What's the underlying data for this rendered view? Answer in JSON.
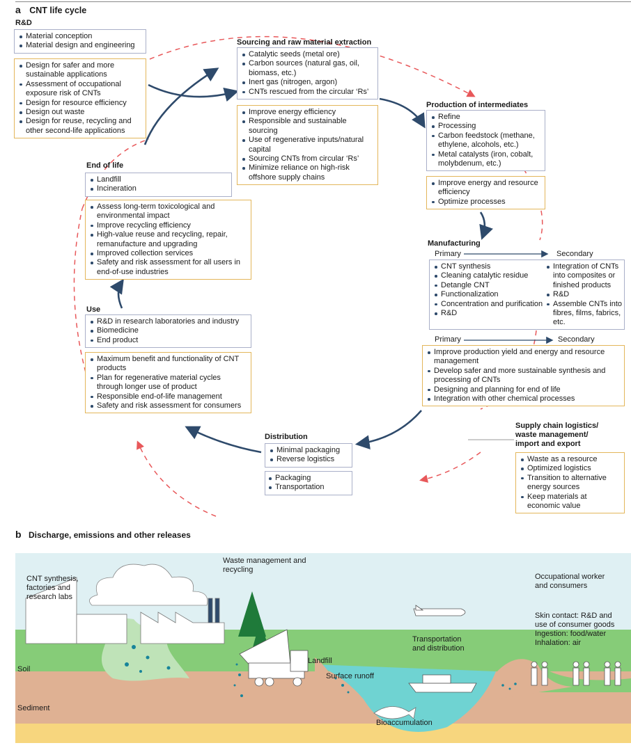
{
  "panel_a": {
    "letter": "a",
    "title": "CNT life cycle",
    "rd": {
      "title": "R&D",
      "items": [
        "Material conception",
        "Material design and engineering"
      ],
      "goals": [
        "Design for safer and more sustainable applications",
        "Assessment of occupational exposure risk of CNTs",
        "Design for resource efficiency",
        "Design out waste",
        "Design for reuse, recycling and other second-life applications"
      ]
    },
    "sourcing": {
      "title": "Sourcing and raw material extraction",
      "items": [
        "Catalytic seeds (metal ore)",
        "Carbon sources (natural gas, oil, biomass, etc.)",
        "Inert gas (nitrogen, argon)",
        "CNTs rescued from the circular ‘Rs’"
      ],
      "goals": [
        "Improve energy efficiency",
        "Responsible and sustainable sourcing",
        "Use of regenerative inputs/natural capital",
        "Sourcing CNTs from circular ‘Rs’",
        "Minimize reliance on high-risk offshore supply chains"
      ]
    },
    "production": {
      "title": "Production of intermediates",
      "items": [
        "Refine",
        "Processing",
        "Carbon feedstock (methane, ethylene, alcohols, etc.)",
        "Metal catalysts (iron, cobalt, molybdenum, etc.)"
      ],
      "goals": [
        "Improve energy and resource efficiency",
        "Optimize processes"
      ]
    },
    "manufacturing": {
      "title": "Manufacturing",
      "primary": "Primary",
      "secondary": "Secondary",
      "primary_items": [
        "CNT synthesis",
        "Cleaning catalytic residue",
        "Detangle CNT",
        "Functionalization",
        "Concentration and purification",
        "R&D"
      ],
      "secondary_items": [
        "Integration of CNTs into  composites or finished products",
        "R&D",
        "Assemble CNTs into fibres, films, fabrics, etc."
      ],
      "goals": [
        "Improve production yield and energy and resource management",
        "Develop safer and more sustainable synthesis and processing of CNTs",
        "Designing and planning for end of life",
        "Integration with other chemical processes"
      ]
    },
    "supply": {
      "title": "Supply chain logistics/ waste management/ import and export",
      "goals": [
        "Waste as a resource",
        "Optimized logistics",
        "Transition to alternative energy sources",
        "Keep materials at economic value"
      ]
    },
    "distribution": {
      "title": "Distribution",
      "goals": [
        "Minimal packaging",
        "Reverse logistics"
      ],
      "items": [
        "Packaging",
        "Transportation"
      ]
    },
    "use": {
      "title": "Use",
      "items": [
        "R&D in research laboratories and industry",
        "Biomedicine",
        "End product"
      ],
      "goals": [
        "Maximum benefit and functionality of CNT products",
        "Plan for regenerative material cycles through longer use of product",
        "Responsible end-of-life management",
        "Safety and risk assessment for consumers"
      ]
    },
    "end_of_life": {
      "title": "End of life",
      "items": [
        "Landfill",
        "Incineration"
      ],
      "goals": [
        "Assess long-term toxicological and environmental impact",
        "Improve recycling efficiency",
        "High-value reuse and recycling, repair, remanufacture and upgrading",
        "Improved collection services",
        "Safety and risk assessment for all users in end-of-use industries"
      ]
    },
    "colors": {
      "arrow": "#2e4a6b",
      "dashed_cycle": "#e8585a",
      "box_border": "#a9afc8",
      "goal_border": "#e3b65a"
    }
  },
  "panel_b": {
    "letter": "b",
    "title": "Discharge, emissions and other releases",
    "labels": {
      "factories": [
        "CNT synthesis,",
        "factories and",
        "research labs"
      ],
      "waste": [
        "Waste management and",
        "recycling"
      ],
      "occupational": [
        "Occupational worker",
        "and consumers"
      ],
      "exposure": [
        "Skin contact: R&D and",
        "use of consumer goods",
        "Ingestion: food/water",
        "Inhalation: air"
      ],
      "transport": [
        "Transportation",
        "and distribution"
      ],
      "landfill": "Landfill",
      "runoff": "Surface runoff",
      "soil": "Soil",
      "sediment": "Sediment",
      "bioaccumulation": "Bioaccumulation"
    },
    "colors": {
      "sky": "#dff0f3",
      "soil": "#86cc78",
      "sediment": "#dfb193",
      "sand": "#f7d67e",
      "water": "#6fd3d2",
      "particles": "#17849a",
      "tree": "#1f7a3a"
    }
  }
}
